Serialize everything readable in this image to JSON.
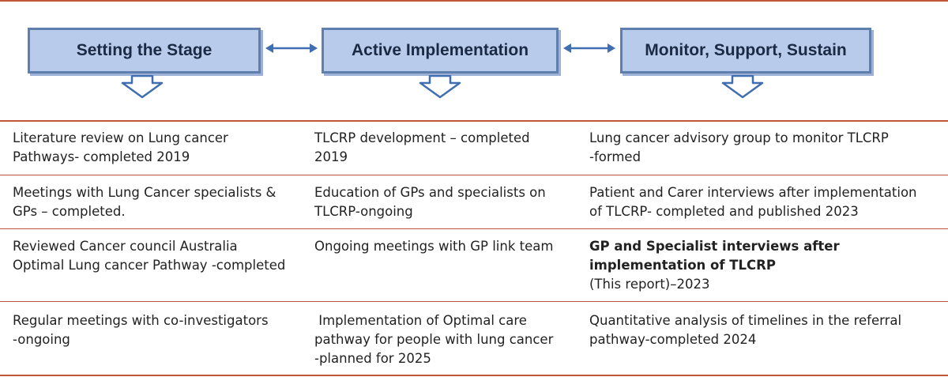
{
  "stages": [
    {
      "label": "Setting the Stage"
    },
    {
      "label": "Active Implementation"
    },
    {
      "label": "Monitor, Support, Sustain"
    }
  ],
  "colors": {
    "rule": "#c0553a",
    "box_fill": "#b8cbea",
    "box_border": "#5f7fae",
    "arrow": "#3f6fb0"
  },
  "rows": [
    {
      "col1": [
        "Literature review on Lung cancer",
        "Pathways- completed 2019"
      ],
      "col2": [
        "TLCRP development – completed",
        "2019"
      ],
      "col3": [
        "Lung cancer advisory group to monitor TLCRP",
        "-formed"
      ]
    },
    {
      "col1": [
        "Meetings with Lung Cancer specialists &",
        "GPs – completed."
      ],
      "col2": [
        "Education of GPs and specialists on",
        "TLCRP-ongoing"
      ],
      "col3": [
        "Patient and Carer interviews after implementation",
        "of TLCRP- completed and published 2023"
      ]
    },
    {
      "col1": [
        "Reviewed Cancer council Australia",
        "Optimal Lung cancer Pathway -completed"
      ],
      "col2": [
        "Ongoing meetings with GP link team"
      ],
      "col3_bold": [
        "GP and Specialist interviews after",
        "implementation of TLCRP"
      ],
      "col3": [
        "(This report)–2023"
      ]
    },
    {
      "col1": [
        "Regular meetings with co-investigators",
        "-ongoing"
      ],
      "col2": [
        " Implementation of Optimal care",
        "pathway for people with lung cancer",
        "-planned for 2025"
      ],
      "col3": [
        "Quantitative analysis of timelines in the referral",
        "pathway-completed 2024"
      ]
    }
  ]
}
